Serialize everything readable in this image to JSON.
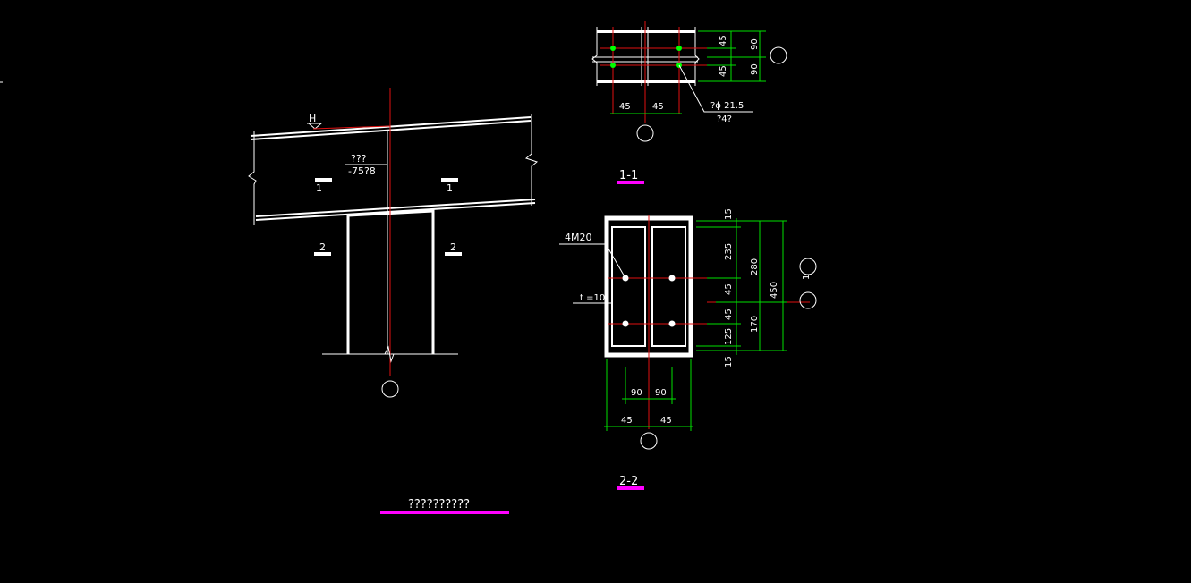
{
  "colors": {
    "background": "#000000",
    "outline": "#ffffff",
    "centerline": "#e01010",
    "dimension": "#00e000",
    "title_underline": "#ff00ff",
    "bolt": "#00ff00"
  },
  "main_view": {
    "elevation_marker": "H",
    "beam_label_top": "???",
    "beam_label_bottom": "-75?8",
    "section_mark_1_left": "1",
    "section_mark_1_right": "1",
    "section_mark_2_left": "2",
    "section_mark_2_right": "2",
    "title": "??????????"
  },
  "section_1_1": {
    "title": "1-1",
    "dims_right": [
      "45",
      "45"
    ],
    "dims_outer": [
      "90",
      "90"
    ],
    "dims_bottom": [
      "45",
      "45"
    ],
    "bolt_note_1": "?ϕ  21.5",
    "bolt_note_2": "?4?"
  },
  "section_2_2": {
    "title": "2-2",
    "bolt_label": "4M20",
    "plate_label": "t =10",
    "dims_inner": [
      "15",
      "235",
      "45",
      "45",
      "125",
      "15"
    ],
    "dims_middle": [
      "280",
      "170"
    ],
    "dim_total": "450",
    "axis_label": "1",
    "dims_bottom_inner": [
      "90",
      "90"
    ],
    "dims_bottom_outer": [
      "45",
      "45"
    ]
  }
}
